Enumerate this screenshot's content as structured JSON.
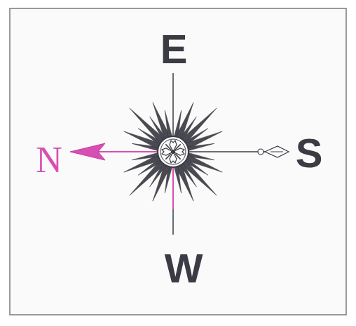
{
  "diagram": {
    "labels": [
      "E",
      "N",
      "S",
      "W"
    ]
  }
}
